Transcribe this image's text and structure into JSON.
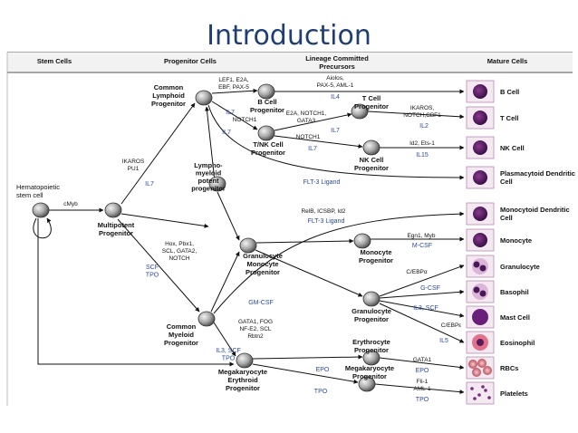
{
  "slide": {
    "title": "Introduction"
  },
  "headers": [
    "Stem Cells",
    "Progenitor Cells",
    "Lineage Committed",
    "Precursors",
    "Mature Cells"
  ],
  "cells": {
    "hsc": [
      "Hematopoietic",
      "stem cell"
    ],
    "mpp": [
      "Multipotent",
      "Progenitor"
    ],
    "clp": [
      "Common",
      "Lymphoid",
      "Progenitor"
    ],
    "lmpp": [
      "Lympho-",
      "myeloid",
      "potent",
      "progenitor"
    ],
    "cmp": [
      "Common",
      "Myeloid",
      "Progenitor"
    ],
    "bcp": [
      "B Cell",
      "Progenitor"
    ],
    "tnk": [
      "T/NK Cell",
      "Progenitor"
    ],
    "tcp": [
      "T Cell",
      "Progenitor"
    ],
    "nkp": [
      "NK Cell",
      "Progenitor"
    ],
    "gmp": [
      "Granulocyte",
      "Monocyte",
      "Progenitor"
    ],
    "mono": [
      "Monocyte",
      "Progenitor"
    ],
    "gran": [
      "Granulocyte",
      "Progenitor"
    ],
    "mep": [
      "Megakaryocyte",
      "Erythroid",
      "Progenitor"
    ],
    "ery": [
      "Erythrocyte",
      "Progenitor"
    ],
    "mega": [
      "Megakaryocyte",
      "Progenitor"
    ]
  },
  "mature": [
    "B Cell",
    "T Cell",
    "NK Cell",
    "Plasmacytoid Dendritic Cell",
    "Monocytoid Dendritic Cell",
    "Monocyte",
    "Granulocyte",
    "Basophil",
    "Mast Cell",
    "Eosinophil",
    "RBCs",
    "Platelets"
  ],
  "factors": {
    "cmyb": "cMyb",
    "ikaros": [
      "IKAROS",
      "PU1"
    ],
    "il7_mpp": "IL7",
    "lef": [
      "LEF1, E2A,",
      "EBF, PAX-5"
    ],
    "il7_a": "IL7",
    "il7_b": "IL7",
    "notch1_a": "NOTCH1",
    "aiolos": [
      "Aiolos,",
      "PAX-5, AML-1"
    ],
    "il4": "IL4",
    "e2a": [
      "E2A, NOTCH1,",
      "GATA3"
    ],
    "il7_c": "IL7",
    "notch1_b": "NOTCH1",
    "il7_d": "IL7",
    "ikaros2": [
      "IKAROS,",
      "NOTCH,CBF1"
    ],
    "il2": "IL2",
    "id2": "Id2, Ets-1",
    "il15": "IL15",
    "flt3_a": "FLT-3 Ligand",
    "relb": "RelB, ICSBP, Id2",
    "flt3_b": "FLT-3 Ligand",
    "hox": [
      "Hox, Pbx1,",
      "SCL, GATA2,",
      "NOTCH"
    ],
    "scf": [
      "SCF",
      "TPO"
    ],
    "egr": "Egn1, Myb",
    "mcsf": "M-CSF",
    "cebpa": "C/EBPα",
    "gcsf": "G-CSF",
    "gmcsf": "GM-CSF",
    "il3scf": "IL3, SCF",
    "cebpe": "C/EBPε",
    "il5": "IL5",
    "gata1": [
      "GATA1, FOG",
      "NF-E2, SCL",
      "Rbtn2"
    ],
    "il3scf2": [
      "IL3, SCF",
      "TPO"
    ],
    "gata1b": "GATA1",
    "epo_a": "EPO",
    "epo_b": "EPO",
    "fli": [
      "Fli-1",
      "AML-1"
    ],
    "tpo_a": "TPO",
    "tpo_b": "TPO"
  }
}
